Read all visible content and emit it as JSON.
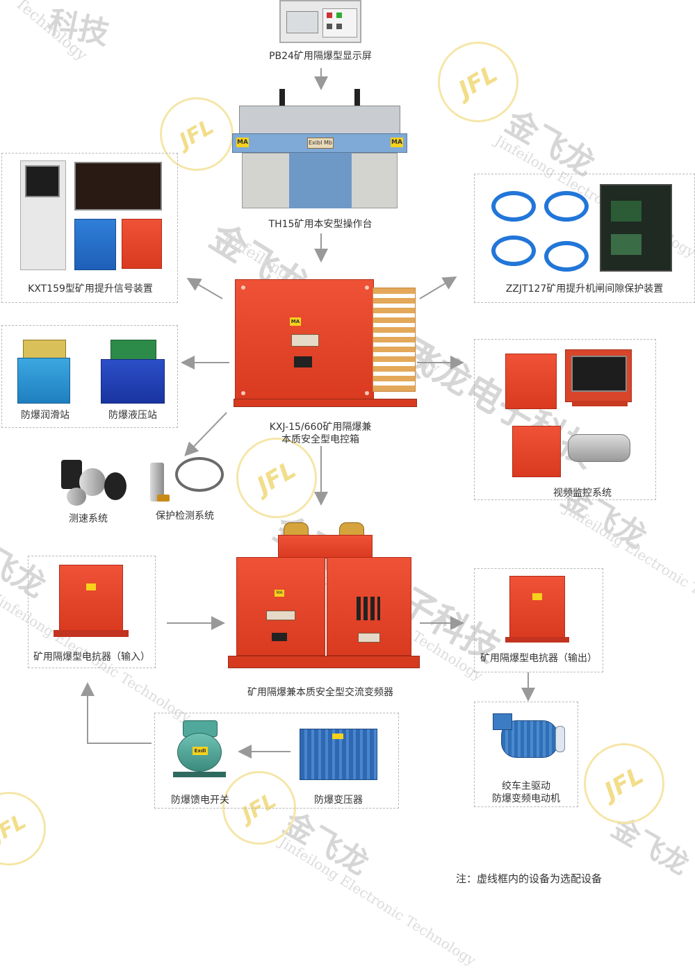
{
  "watermark": {
    "cn_full": "金飞龙电子科技",
    "cn_short": "科技",
    "cn_dragon": "飞龙",
    "cn_jin": "金飞龙",
    "en": "Jinfeilong Electronic Technology",
    "en_tech": "Technology",
    "en_elec": "Electronic",
    "logo_text": "JFL"
  },
  "nodes": {
    "display_screen": "PB24矿用隔爆型显示屏",
    "console": "TH15矿用本安型操作台",
    "signal_device": "KXT159型矿用提升信号装置",
    "gap_protection": "ZZJT127矿用提升机闸间隙保护装置",
    "control_box_line1": "KXJ-15/660矿用隔爆兼",
    "control_box_line2": "本质安全型电控箱",
    "lubrication_station": "防爆润滑站",
    "hydraulic_station": "防爆液压站",
    "video_system": "视频监控系统",
    "speed_system": "测速系统",
    "protection_system": "保护检测系统",
    "reactor_input": "矿用隔爆型电抗器（输入）",
    "inverter": "矿用隔爆兼本质安全型交流变频器",
    "reactor_output": "矿用隔爆型电抗器（输出）",
    "feed_switch": "防爆馈电开关",
    "transformer": "防爆变压器",
    "motor_line1": "绞车主驱动",
    "motor_line2": "防爆变频电动机"
  },
  "device_marks": {
    "ma": "MA",
    "exibi": "ExibI Mb",
    "exd": "ExdI"
  },
  "note": "注：虚线框内的设备为选配设备",
  "colors": {
    "arrow": "#999999",
    "dashed_border": "#b8b8b8",
    "equipment_red": "#e0452a",
    "console_blue": "#6f9fd0",
    "logo_gold": "#f2dd8a"
  }
}
